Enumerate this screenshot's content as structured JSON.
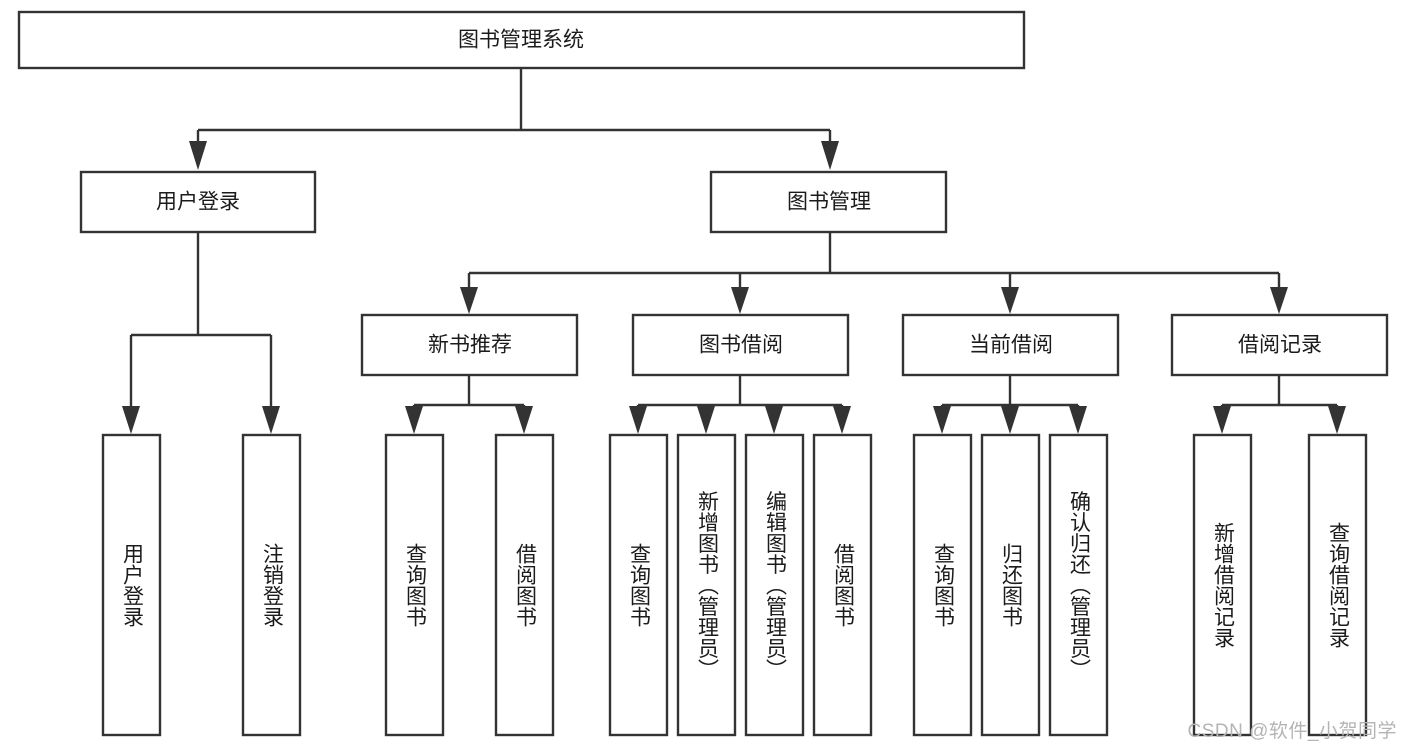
{
  "diagram": {
    "type": "tree-hierarchy-flowchart",
    "title": "图书管理系统",
    "orientation": "top-down",
    "background_color": "#ffffff",
    "stroke_color": "#333333",
    "text_color": "#1b1b1b",
    "levels": 4,
    "root": {
      "id": "root",
      "label": "图书管理系统",
      "text_orientation": "horizontal"
    },
    "level2": [
      {
        "id": "user-login",
        "label": "用户登录",
        "text_orientation": "horizontal"
      },
      {
        "id": "book-manage",
        "label": "图书管理",
        "text_orientation": "horizontal"
      }
    ],
    "level3": [
      {
        "id": "new-book-recommend",
        "label": "新书推荐",
        "text_orientation": "horizontal",
        "parent": "book-manage"
      },
      {
        "id": "book-borrow",
        "label": "图书借阅",
        "text_orientation": "horizontal",
        "parent": "book-manage"
      },
      {
        "id": "current-borrow",
        "label": "当前借阅",
        "text_orientation": "horizontal",
        "parent": "book-manage"
      },
      {
        "id": "borrow-record",
        "label": "借阅记录",
        "text_orientation": "horizontal",
        "parent": "book-manage"
      }
    ],
    "leaves": [
      {
        "id": "leaf-user-login",
        "label": "用户登录",
        "parent": "user-login",
        "text_orientation": "vertical"
      },
      {
        "id": "leaf-logout-login",
        "label": "注销登录",
        "parent": "user-login",
        "text_orientation": "vertical"
      },
      {
        "id": "leaf-query-book-1",
        "label": "查询图书",
        "parent": "new-book-recommend",
        "text_orientation": "vertical"
      },
      {
        "id": "leaf-borrow-book-1",
        "label": "借阅图书",
        "parent": "new-book-recommend",
        "text_orientation": "vertical"
      },
      {
        "id": "leaf-query-book-2",
        "label": "查询图书",
        "parent": "book-borrow",
        "text_orientation": "vertical"
      },
      {
        "id": "leaf-add-book-admin",
        "label": "新增图书（管理员）",
        "parent": "book-borrow",
        "text_orientation": "vertical"
      },
      {
        "id": "leaf-edit-book-admin",
        "label": "编辑图书（管理员）",
        "parent": "book-borrow",
        "text_orientation": "vertical"
      },
      {
        "id": "leaf-borrow-book-2",
        "label": "借阅图书",
        "parent": "book-borrow",
        "text_orientation": "vertical"
      },
      {
        "id": "leaf-query-book-3",
        "label": "查询图书",
        "parent": "current-borrow",
        "text_orientation": "vertical"
      },
      {
        "id": "leaf-return-book",
        "label": "归还图书",
        "parent": "current-borrow",
        "text_orientation": "vertical"
      },
      {
        "id": "leaf-confirm-return-admin",
        "label": "确认归还（管理员）",
        "parent": "current-borrow",
        "text_orientation": "vertical"
      },
      {
        "id": "leaf-add-borrow-record",
        "label": "新增借阅记录",
        "parent": "borrow-record",
        "text_orientation": "vertical"
      },
      {
        "id": "leaf-query-borrow-record",
        "label": "查询借阅记录",
        "parent": "borrow-record",
        "text_orientation": "vertical"
      }
    ]
  },
  "watermark": {
    "text": "CSDN @软件_小贺同学"
  }
}
